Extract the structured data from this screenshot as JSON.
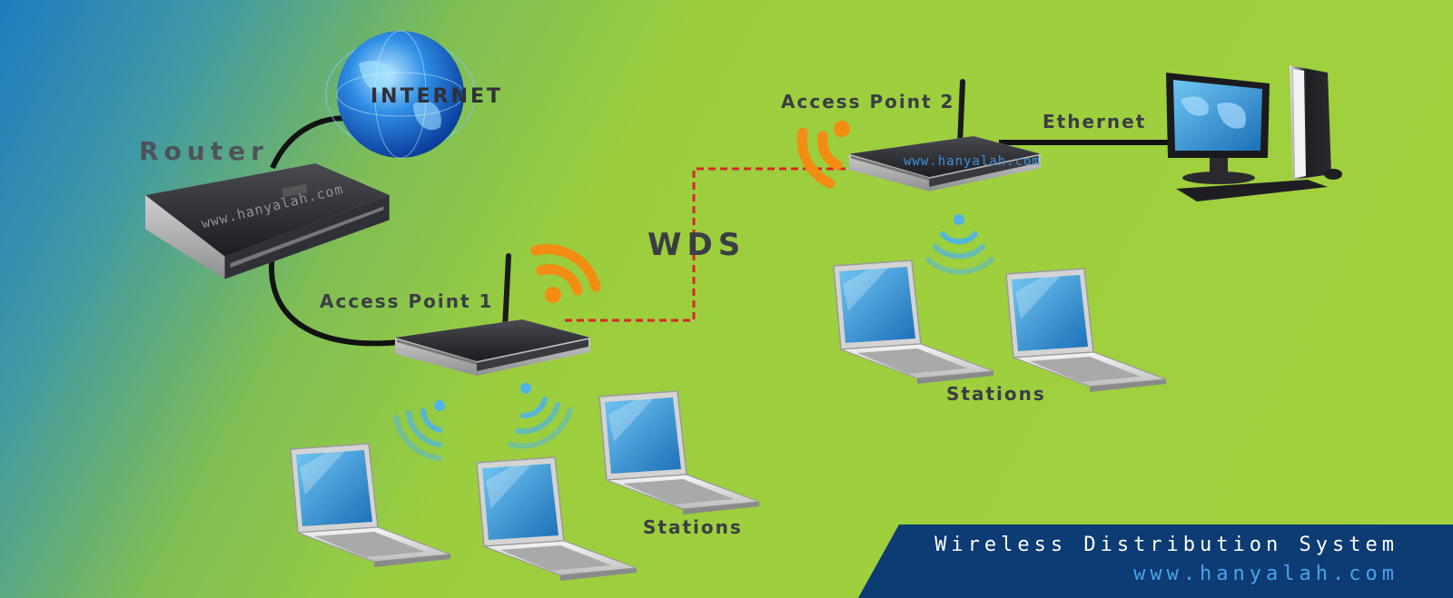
{
  "labels": {
    "internet": "INTERNET",
    "router": "Router",
    "access_point_1": "Access Point 1",
    "access_point_2": "Access Point 2",
    "wds": "WDS",
    "ethernet": "Ethernet",
    "stations_1": "Stations",
    "stations_2": "Stations"
  },
  "watermarks": {
    "router": "www.hanyalah.com",
    "access_point_2": "www.hanyalah.com"
  },
  "banner": {
    "title": "Wireless Distribution System",
    "url": "www.hanyalah.com"
  },
  "colors": {
    "wds_link": "#d9262b",
    "cable": "#121212",
    "signal_orange": "#f28c13",
    "signal_blue": "#4fb3e6",
    "banner_bg": "#0d3b73",
    "banner_url": "#4aa3e8"
  }
}
